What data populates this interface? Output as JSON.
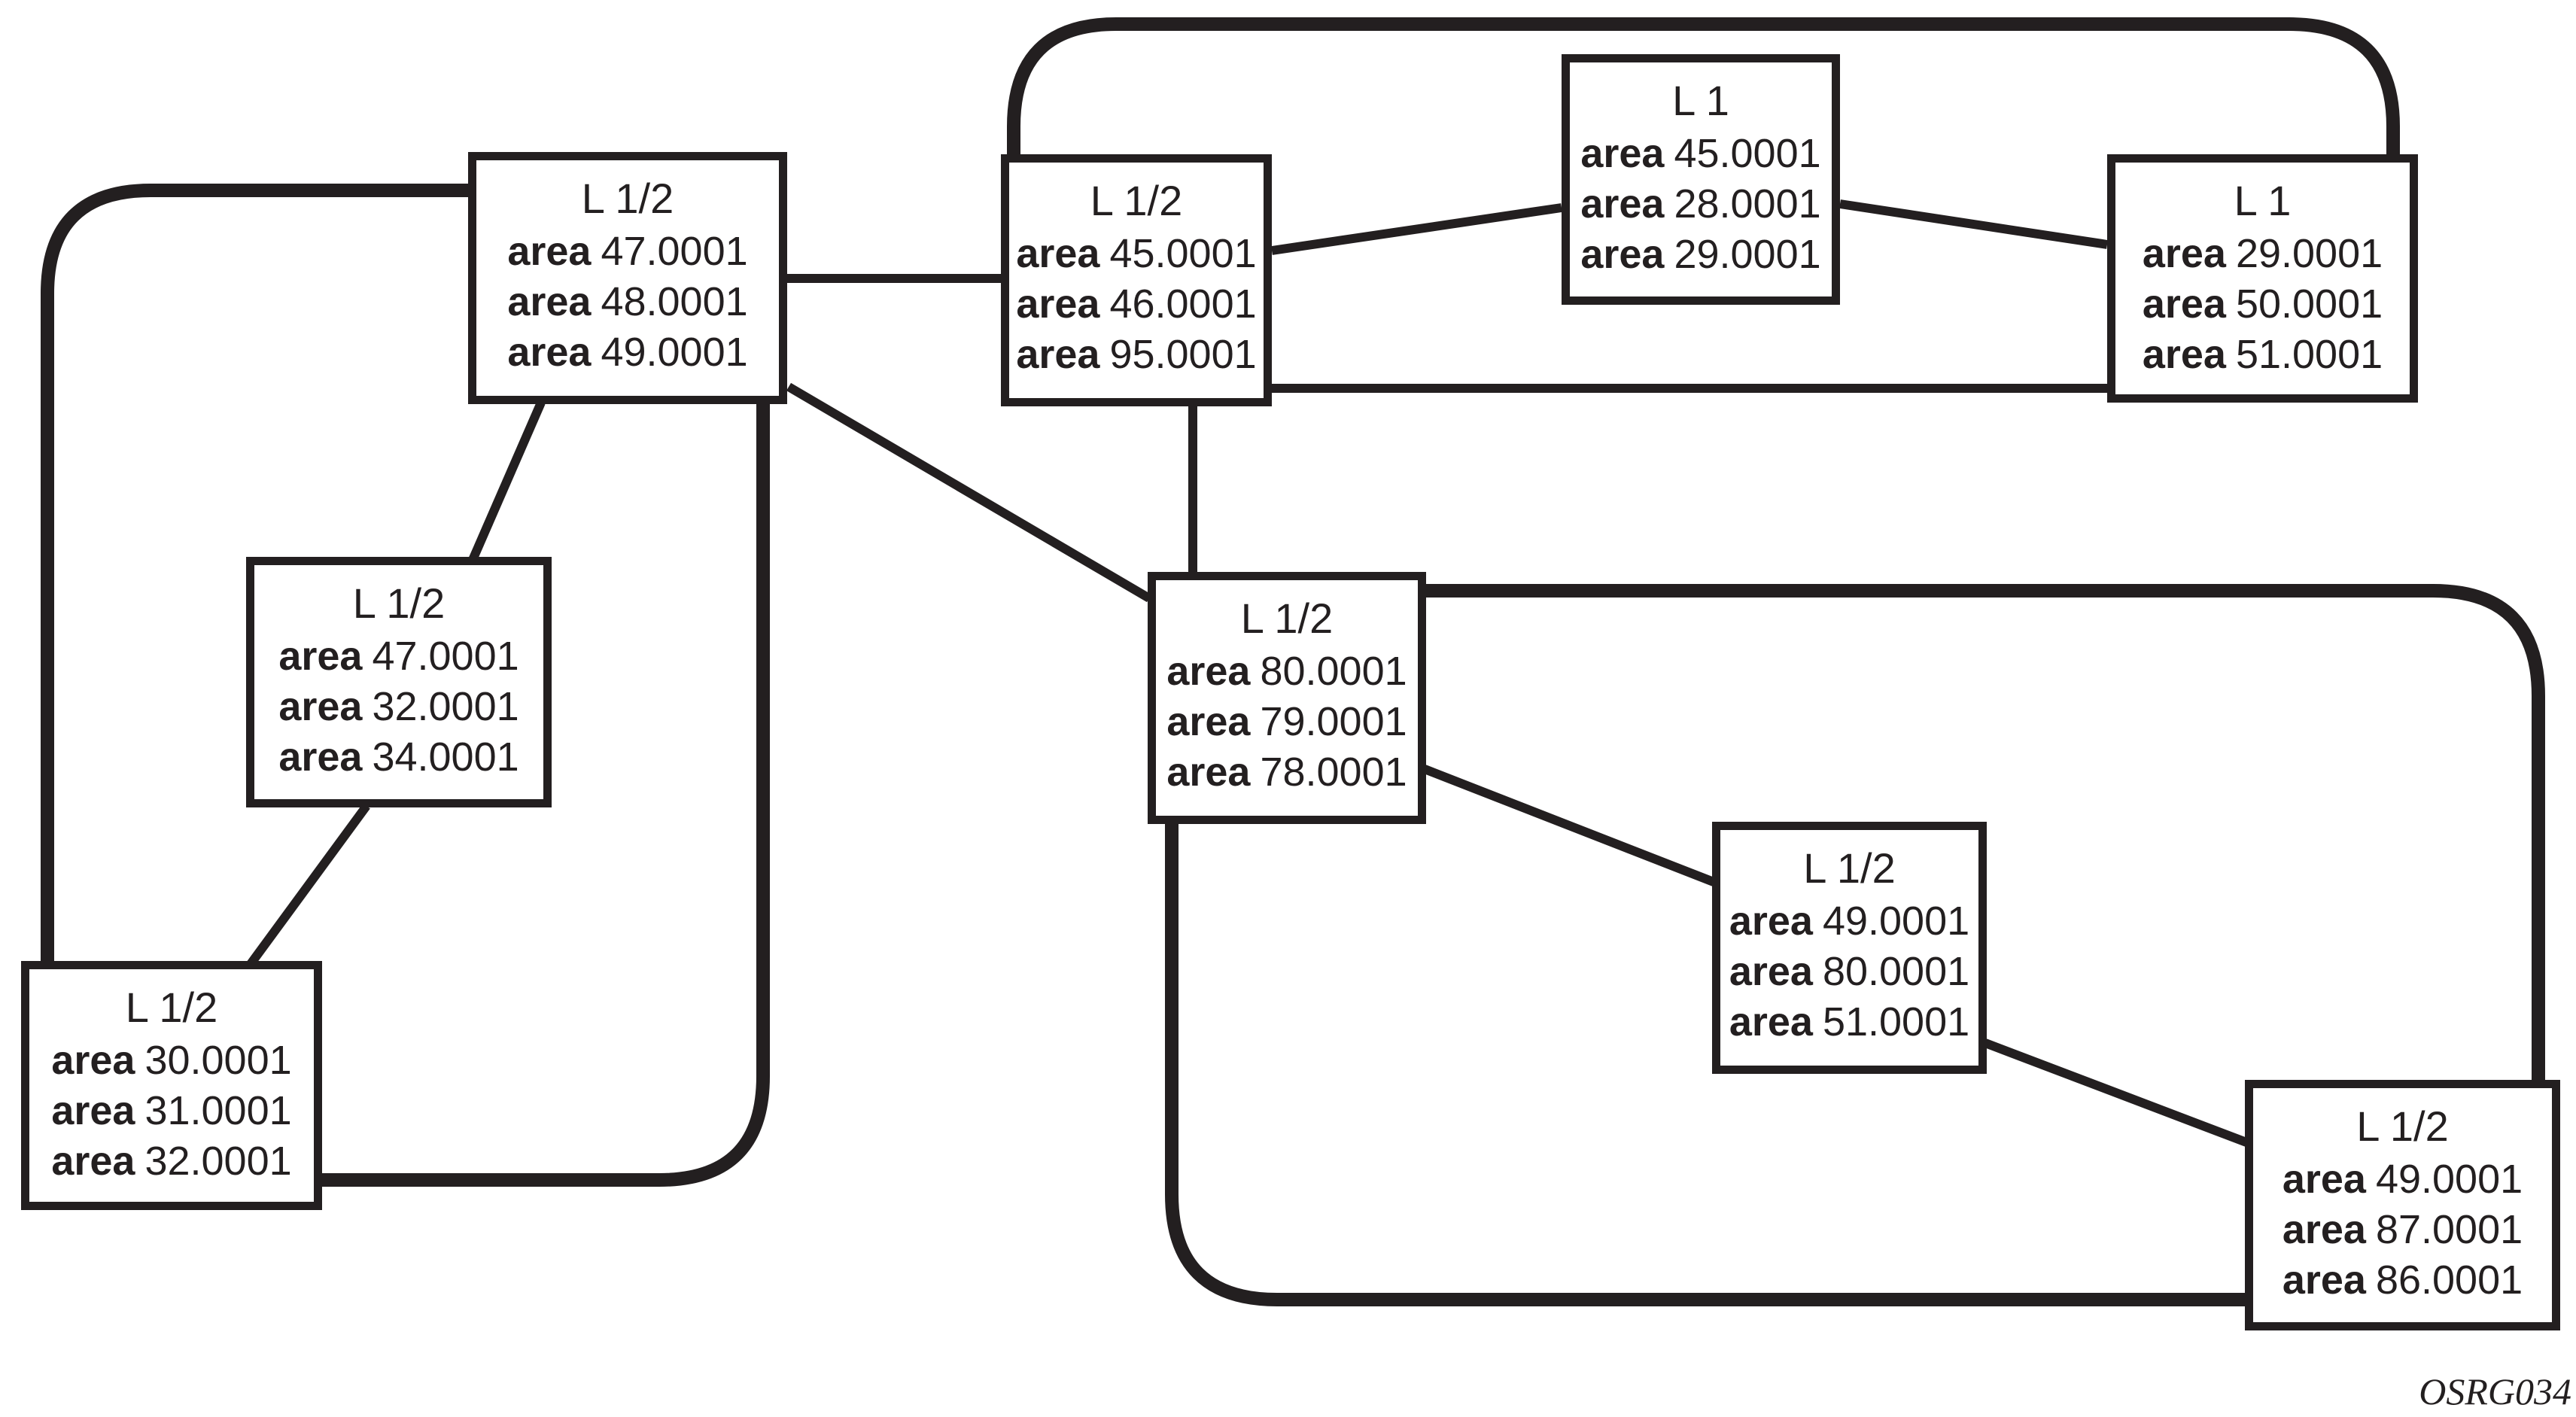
{
  "diagram": {
    "type": "network-topology",
    "description": "IS-IS level/area topology diagram",
    "caption": "OSRG034"
  },
  "labels": {
    "area": "area"
  },
  "colors": {
    "ink": "#231f20",
    "background": "#ffffff"
  },
  "nodes": [
    {
      "id": "top-left",
      "title": "L 1/2",
      "areas": [
        "47.0001",
        "48.0001",
        "49.0001"
      ]
    },
    {
      "id": "top-middle",
      "title": "L 1/2",
      "areas": [
        "45.0001",
        "46.0001",
        "95.0001"
      ]
    },
    {
      "id": "l1-center",
      "title": "L 1",
      "areas": [
        "45.0001",
        "28.0001",
        "29.0001"
      ]
    },
    {
      "id": "l1-right",
      "title": "L 1",
      "areas": [
        "29.0001",
        "50.0001",
        "51.0001"
      ]
    },
    {
      "id": "left-middle",
      "title": "L 1/2",
      "areas": [
        "47.0001",
        "32.0001",
        "34.0001"
      ]
    },
    {
      "id": "bottom-left",
      "title": "L 1/2",
      "areas": [
        "30.0001",
        "31.0001",
        "32.0001"
      ]
    },
    {
      "id": "center",
      "title": "L 1/2",
      "areas": [
        "80.0001",
        "79.0001",
        "78.0001"
      ]
    },
    {
      "id": "center-right",
      "title": "L 1/2",
      "areas": [
        "49.0001",
        "80.0001",
        "51.0001"
      ]
    },
    {
      "id": "bottom-right",
      "title": "L 1/2",
      "areas": [
        "49.0001",
        "87.0001",
        "86.0001"
      ]
    }
  ],
  "edges": [
    "top-middle <-> l1-right (top arc)",
    "top-left <-> bottom-left (left rounded path)",
    "bottom-left <-> top-left (bottom rounded path)",
    "top-left <-> top-middle",
    "top-middle <-> l1-center",
    "l1-center <-> l1-right",
    "top-middle <-> l1-right",
    "top-middle <-> center",
    "top-left <-> center",
    "top-left <-> left-middle",
    "left-middle <-> bottom-left",
    "center <-> bottom-right (right rounded path)",
    "center <-> center-right",
    "center <-> bottom-right (bottom rounded path)",
    "center-right <-> bottom-right"
  ]
}
